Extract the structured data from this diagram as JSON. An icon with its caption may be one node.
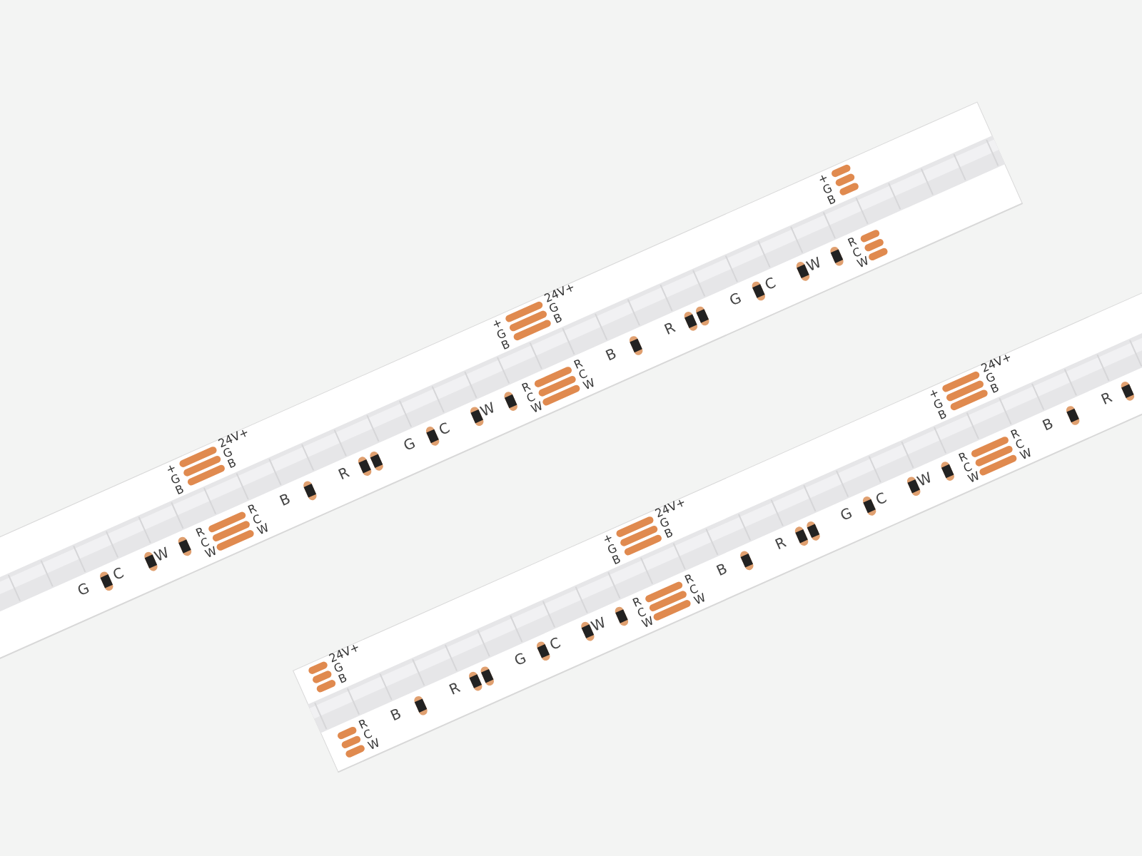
{
  "diagram": {
    "labels": [
      "G",
      "C",
      "W",
      "+",
      "G",
      "B",
      "24V+",
      "G",
      "B",
      "R",
      "C",
      "W",
      "R",
      "C",
      "W",
      "B",
      "R",
      "G",
      "C",
      "W",
      "+",
      "G",
      "B",
      "24V+",
      "G",
      "B",
      "R",
      "C",
      "W",
      "R",
      "C",
      "W",
      "B",
      "R",
      "G",
      "C",
      "W",
      "+",
      "G",
      "B",
      "R",
      "C",
      "W",
      "24V+",
      "G",
      "B",
      "R",
      "C",
      "W",
      "B",
      "R",
      "G",
      "C",
      "W",
      "+",
      "G",
      "B",
      "24V+",
      "G",
      "B",
      "R",
      "C",
      "W",
      "R",
      "C",
      "W",
      "B",
      "R",
      "G",
      "C",
      "W",
      "+",
      "G",
      "B",
      "24V+",
      "G",
      "B",
      "R",
      "C",
      "W",
      "R",
      "C",
      "W",
      "B",
      "R"
    ]
  }
}
